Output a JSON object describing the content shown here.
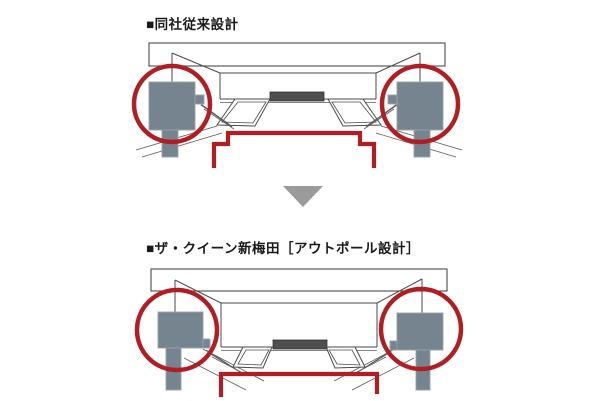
{
  "page": {
    "background": "#ffffff",
    "description_labels": {
      "conventional_title": "■同社従来設計",
      "outpole_title": "■ザ・クイーン新梅田［アウトポール設計］"
    }
  },
  "colors": {
    "background": "#ffffff",
    "line": "#4a4a4a",
    "column_gray": "#76848f",
    "column_outline": "#98a3aa",
    "dark_bar": "#4f4f4f",
    "highlight_red": "#b01e23",
    "arrow_gray": "#9b9b9b",
    "title_text": "#1a1a1a"
  },
  "conventional": {
    "title": "■同社従来設計"
  },
  "outpole": {
    "title": "■ザ・クイーン新梅田［アウトポール設計］"
  },
  "arrow": {
    "name": "down-arrow",
    "direction": "down"
  }
}
